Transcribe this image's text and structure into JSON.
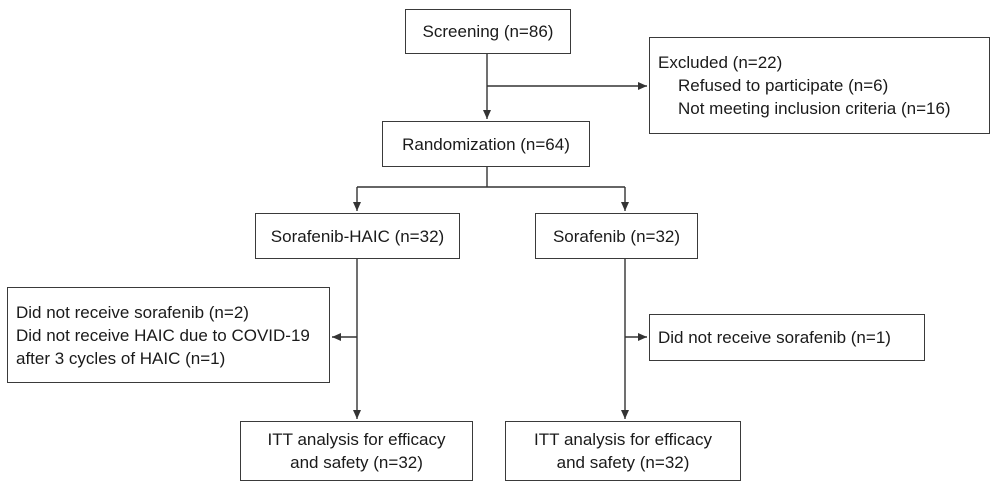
{
  "screening": {
    "label": "Screening (n=86)"
  },
  "excluded": {
    "title": "Excluded (n=22)",
    "reasons": [
      "Refused to participate (n=6)",
      "Not meeting inclusion criteria (n=16)"
    ]
  },
  "randomization": {
    "label": "Randomization (n=64)"
  },
  "arms": [
    {
      "label": "Sorafenib-HAIC (n=32)",
      "dropouts": [
        "Did not receive sorafenib (n=2)",
        "Did not receive HAIC due to COVID-19",
        "after 3 cycles of HAIC (n=1)"
      ],
      "analysis": [
        "ITT analysis for efficacy",
        "and safety (n=32)"
      ]
    },
    {
      "label": "Sorafenib (n=32)",
      "dropouts": [
        "Did not receive sorafenib (n=1)"
      ],
      "analysis": [
        "ITT analysis for efficacy",
        "and safety (n=32)"
      ]
    }
  ]
}
